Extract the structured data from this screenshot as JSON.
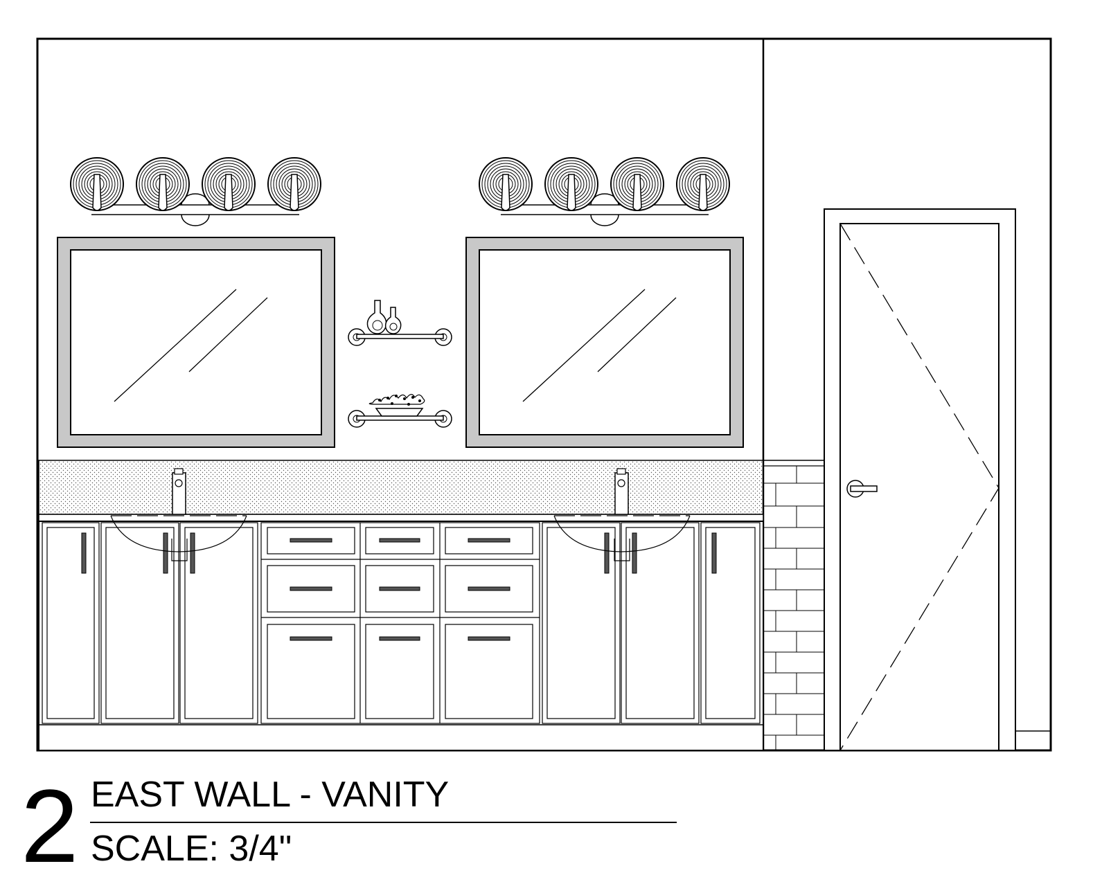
{
  "view": {
    "number": "2",
    "title": "EAST WALL - VANITY",
    "scale": "SCALE: 3/4\""
  },
  "colors": {
    "line": "#000000",
    "mirror_frame": "#c8c8c8",
    "handle": "#555555",
    "background": "#ffffff"
  },
  "elements": {
    "sconces": "vanity-light-bar-icon",
    "mirrors": "mirror-icon",
    "shelves": "floating-shelf-icon",
    "sinks": "undermount-sink-icon",
    "faucets": "faucet-icon",
    "door": "door-icon",
    "door_handle": "lever-handle-icon",
    "tile": "subway-tile-icon"
  }
}
